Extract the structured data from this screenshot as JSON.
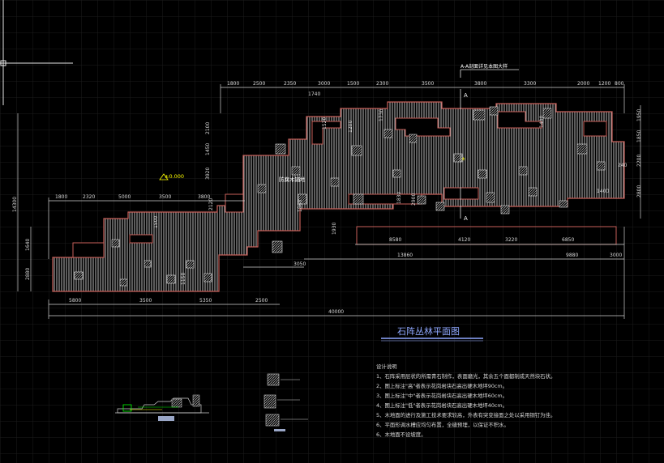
{
  "drawing": {
    "title": "石阵丛林平面图",
    "section_label": "A-A剖面详见本图大样",
    "section_marker_top": "A",
    "section_marker_right": "A",
    "elevation": "±0.000",
    "deck_label": "防腐木铺地"
  },
  "dimensions": {
    "top_row": [
      "1800",
      "2500",
      "2350",
      "3000",
      "1500",
      "2300",
      "3500",
      "3800",
      "3300",
      "2000",
      "1200",
      "800"
    ],
    "top_sub": "1740",
    "left_row": [
      "1800",
      "2320",
      "5000",
      "3500",
      "3800"
    ],
    "bottom_row": [
      "5800",
      "3500",
      "5350",
      "2500"
    ],
    "bottom_total": "40000",
    "right_lower_row": [
      "8580",
      "4120",
      "3220",
      "6850"
    ],
    "right_lower_total_a": "13860",
    "right_lower_total_b": "9880",
    "right_lower_end": "3000",
    "mid_lower": "3050",
    "left_vertical_total": "14300",
    "left_vertical_a": "1640",
    "left_vertical_b": "2880",
    "mid_vertical": [
      "2100",
      "1450",
      "3920",
      "1860",
      "2120",
      "1500",
      "1930",
      "2900"
    ],
    "inner": [
      "1200",
      "1730",
      "1400",
      "1950",
      "1850",
      "240",
      "1400",
      "2200",
      "2800",
      "1520",
      "1830",
      "1150"
    ]
  },
  "notes": {
    "heading": "设计说明",
    "items": [
      "1、石阵采用层状的所需青石制作，表面磨光，其余五个面都制成天然块石状。",
      "2、图上标注\"高\"者表示花岗岩块石高出硬木地坪90cm。",
      "3、图上标注\"中\"者表示花岗岩块石高出硬木地坪60cm。",
      "4、图上标注\"低\"者表示花岗岩块石高出硬木地坪40cm。",
      "5、木地面的进行及施工技术要求较高，外表有突变接面之处以采用铜钉为佳。",
      "6、平面形调水槽应均匀布置，全缝预埋，以保证不积水。",
      "6、木地面不设坡度。"
    ]
  },
  "colors": {
    "background": "#000000",
    "grid": "#1a1a1a",
    "outline": "#c7605a",
    "deck": "#bdbdbd",
    "dimension": "#cfcfcf",
    "title": "#8fa8ff",
    "highlight": "#ffff00"
  }
}
